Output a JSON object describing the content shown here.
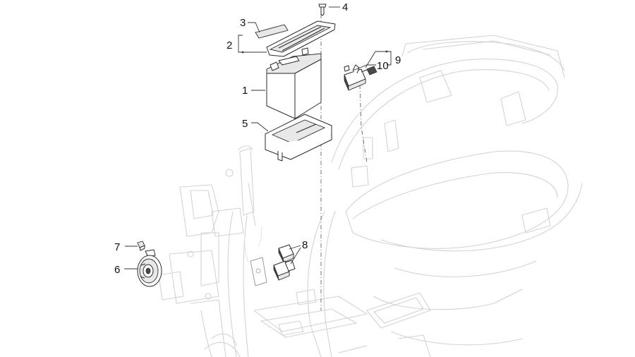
{
  "diagram": {
    "callouts": {
      "c1": "1",
      "c2": "2",
      "c3": "3",
      "c4": "4",
      "c5": "5",
      "c6": "6",
      "c7": "7",
      "c8": "8",
      "c9": "9",
      "c10": "10"
    }
  },
  "colors": {
    "frame": "#d3d3d3",
    "part_outline": "#2b2b2b",
    "background": "#ffffff"
  }
}
